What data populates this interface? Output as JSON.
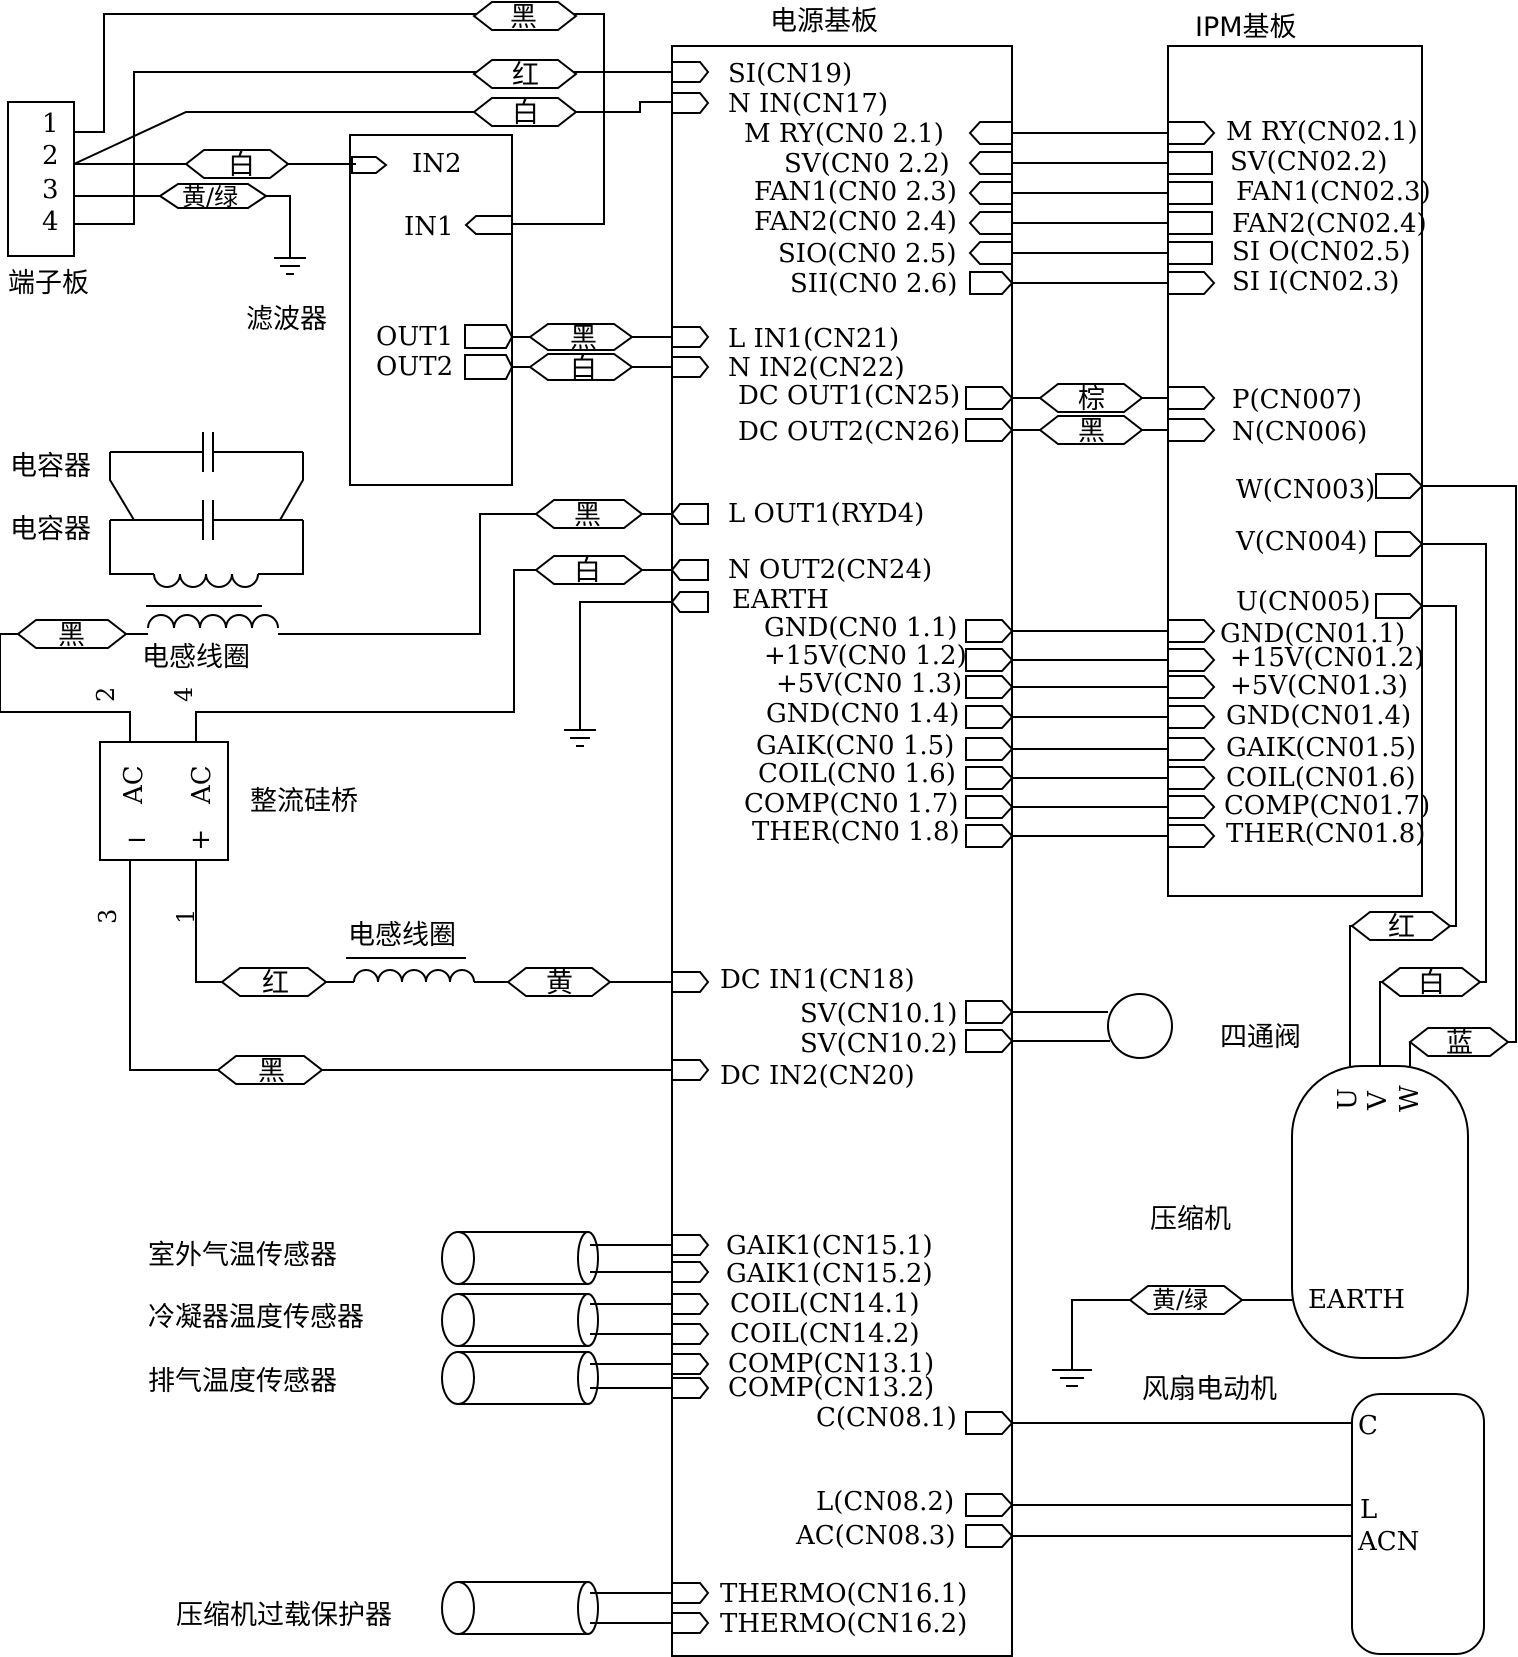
{
  "boards": {
    "power": "电源基板",
    "ipm": "IPM基板"
  },
  "terminal": {
    "label": "端子板",
    "pins": [
      "1",
      "2",
      "3",
      "4"
    ]
  },
  "filter": {
    "label": "滤波器",
    "in2": "IN2",
    "in1": "IN1",
    "out1": "OUT1",
    "out2": "OUT2"
  },
  "capacitors": [
    "电容器",
    "电容器"
  ],
  "inductor_top": "电感线圈",
  "inductor_bottom": "电感线圈",
  "bridge": {
    "label": "整流硅桥",
    "ac1": "AC",
    "ac2": "AC",
    "minus": "−",
    "plus": "+",
    "n2": "2",
    "n4": "4",
    "n3": "3",
    "n1": "1"
  },
  "wire_colors": {
    "w_black_top": "黑",
    "w_red_top": "红",
    "w_white_top": "白",
    "w_white_filter": "白",
    "w_yg_filter": "黄/绿",
    "w_black_out1": "黑",
    "w_white_out2": "白",
    "w_brown": "棕",
    "w_black_dc2": "黑",
    "w_black_lout": "黑",
    "w_white_nout": "白",
    "w_black_ind": "黑",
    "w_red_dc": "红",
    "w_yellow_dc": "黄",
    "w_black_dc_in2": "黑",
    "w_red_u": "红",
    "w_white_v": "白",
    "w_blue_w": "蓝",
    "w_yg_comp": "黄/绿"
  },
  "power_connectors": {
    "si": "SI(CN19)",
    "nin": "N IN(CN17)",
    "mry": "M RY(CN0 2.1)",
    "sv": "SV(CN0 2.2)",
    "fan1": "FAN1(CN0 2.3)",
    "fan2": "FAN2(CN0 2.4)",
    "sio": "SIO(CN0 2.5)",
    "sii": "SII(CN0 2.6)",
    "lin1": "L IN1(CN21)",
    "nin2": "N IN2(CN22)",
    "dcout1": "DC OUT1(CN25)",
    "dcout2": "DC OUT2(CN26)",
    "lout1": "L OUT1(RYD4)",
    "nout2": "N OUT2(CN24)",
    "earth": "EARTH",
    "gnd1": "GND(CN0 1.1)",
    "p15": "+15V(CN0 1.2)",
    "p5": "+5V(CN0 1.3)",
    "gnd4": "GND(CN0 1.4)",
    "gaik": "GAIK(CN0 1.5)",
    "coil": "COIL(CN0 1.6)",
    "comp": "COMP(CN0 1.7)",
    "ther": "THER(CN0 1.8)",
    "dcin1": "DC IN1(CN18)",
    "sv1": "SV(CN10.1)",
    "sv2": "SV(CN10.2)",
    "dcin2": "DC IN2(CN20)",
    "gaik1a": "GAIK1(CN15.1)",
    "gaik1b": "GAIK1(CN15.2)",
    "coila": "COIL(CN14.1)",
    "coilb": "COIL(CN14.2)",
    "compa": "COMP(CN13.1)",
    "compb": "COMP(CN13.2)",
    "c": "C(CN08.1)",
    "l": "L(CN08.2)",
    "ac": "AC(CN08.3)",
    "th1": "THERMO(CN16.1)",
    "th2": "THERMO(CN16.2)"
  },
  "ipm_connectors": {
    "mry": "M RY(CN02.1)",
    "sv": "SV(CN02.2)",
    "fan1": "FAN1(CN02.3)",
    "fan2": "FAN2(CN02.4)",
    "sio": "SI O(CN02.5)",
    "sii": "SI I(CN02.3)",
    "p": "P(CN007)",
    "n": "N(CN006)",
    "w": "W(CN003)",
    "v": "V(CN004)",
    "u": "U(CN005)",
    "gnd1": "GND(CN01.1)",
    "p15": "+15V(CN01.2)",
    "p5": "+5V(CN01.3)",
    "gnd4": "GND(CN01.4)",
    "gaik": "GAIK(CN01.5)",
    "coil": "COIL(CN01.6)",
    "comp": "COMP(CN01.7)",
    "ther": "THER(CN01.8)"
  },
  "components": {
    "four_way_valve": "四通阀",
    "compressor": "压缩机",
    "comp_u": "U",
    "comp_v": "V",
    "comp_w": "W",
    "comp_earth": "EARTH",
    "fan_motor": "风扇电动机",
    "fan_c": "C",
    "fan_l": "L",
    "fan_acn": "ACN"
  },
  "sensors": {
    "outdoor": "室外气温传感器",
    "condenser": "冷凝器温度传感器",
    "exhaust": "排气温度传感器",
    "overload": "压缩机过载保护器"
  }
}
